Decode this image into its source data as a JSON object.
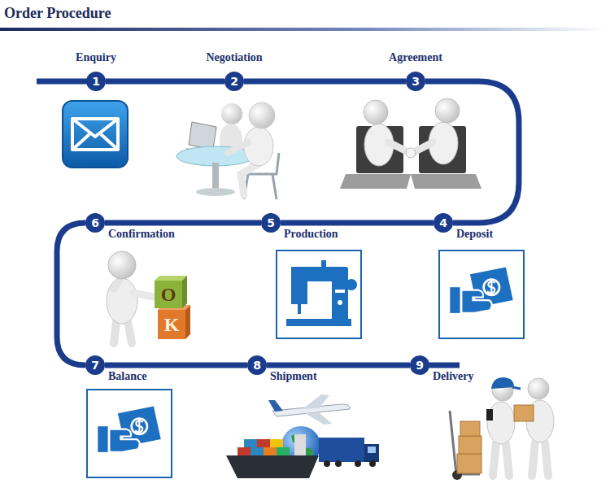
{
  "diagram": {
    "title": "Order Procedure",
    "nodes": [
      {
        "text": [
          "1",
          "Enquiry"
        ]
      },
      {
        "text": [
          "2",
          "Negotiation"
        ]
      },
      {
        "text": [
          "3",
          "Agreement"
        ]
      },
      {
        "text": [
          "4",
          "Deposit"
        ]
      },
      {
        "text": [
          "5",
          "Production"
        ]
      },
      {
        "text": [
          "6",
          "Confirmation"
        ]
      },
      {
        "text": [
          "7",
          "Balance"
        ]
      },
      {
        "text": [
          "8",
          "Shipment"
        ]
      },
      {
        "text": [
          "9",
          "Delivery"
        ]
      }
    ],
    "edges": [
      {
        "from": 0,
        "to": 1,
        "arrow": "none"
      },
      {
        "from": 1,
        "to": 2,
        "arrow": "none"
      },
      {
        "from": 2,
        "to": 3,
        "arrow": "none"
      },
      {
        "from": 3,
        "to": 4,
        "arrow": "none"
      },
      {
        "from": 4,
        "to": 5,
        "arrow": "none"
      },
      {
        "from": 5,
        "to": 6,
        "arrow": "none"
      },
      {
        "from": 6,
        "to": 7,
        "arrow": "none"
      },
      {
        "from": 7,
        "to": 8,
        "arrow": "none"
      }
    ],
    "labels": [
      "O",
      "K"
    ]
  }
}
